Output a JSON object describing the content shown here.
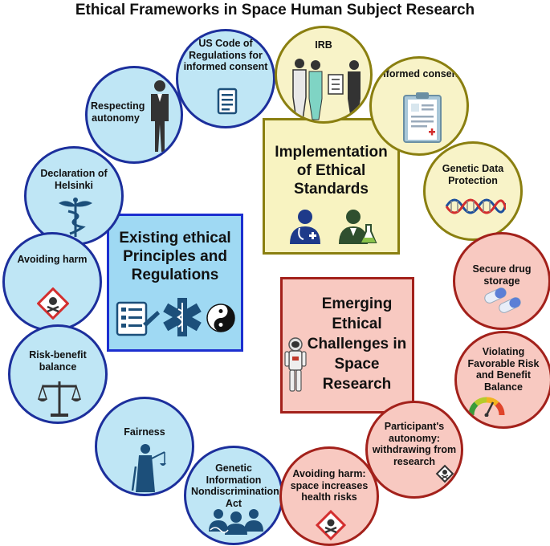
{
  "title": "Ethical Frameworks in Space Human Subject Research",
  "boxes": {
    "existing": "Existing ethical Principles and Regulations",
    "implementation": "Implementation of Ethical Standards",
    "emerging": "Emerging Ethical Challenges in Space Research"
  },
  "circles": {
    "us_code": "US Code of Regulations for informed consent",
    "respecting_autonomy": "Respecting autonomy",
    "declaration_helsinki": "Declaration of Helsinki",
    "avoiding_harm": "Avoiding harm",
    "risk_benefit_balance": "Risk-benefit balance",
    "fairness": "Fairness",
    "gina": "Genetic Information Nondiscrimination Act",
    "irb": "IRB",
    "informed_consent": "Informed consent",
    "genetic_data_protection": "Genetic Data Protection",
    "secure_drug_storage": "Secure drug storage",
    "violating_balance": "Violating Favorable Risk and Benefit Balance",
    "participant_autonomy": "Participant's autonomy: withdrawing from research",
    "avoiding_harm_space": "Avoiding harm: space increases health risks"
  },
  "colors": {
    "blue_border": "#1c2f9c",
    "yellow_border": "#8a7f10",
    "red_border": "#a3211b"
  }
}
